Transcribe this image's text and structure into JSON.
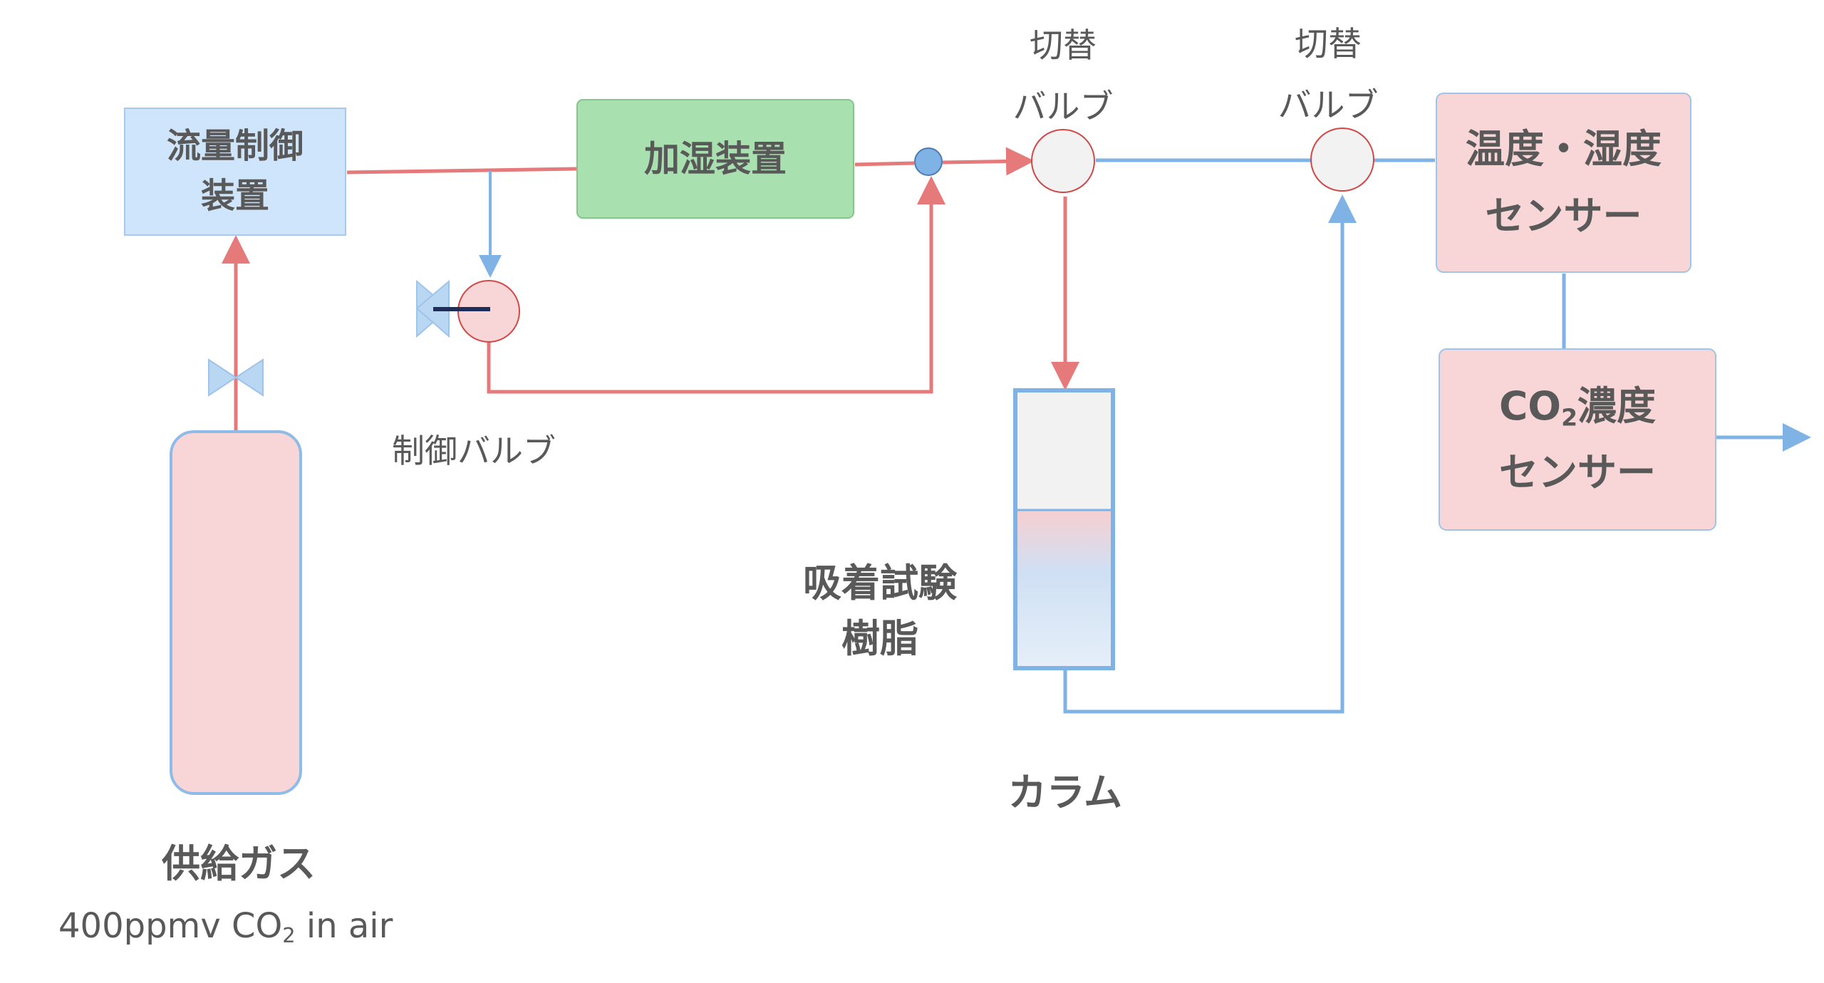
{
  "nodes": {
    "flow_controller": {
      "line1": "流量制御",
      "line2": "装置"
    },
    "humidifier": {
      "label": "加湿装置"
    },
    "switch_valve_1": {
      "line1": "切替",
      "line2": "バルブ"
    },
    "switch_valve_2": {
      "line1": "切替",
      "line2": "バルブ"
    },
    "temp_humidity_sensor": {
      "line1": "温度・湿度",
      "line2": "センサー"
    },
    "co2_sensor": {
      "prefix": "CO",
      "sub": "2",
      "suffix": "濃度",
      "line2": "センサー"
    },
    "control_valve": {
      "label": "制御バルブ"
    },
    "column": {
      "label": "カラム"
    },
    "resin": {
      "line1": "吸着試験",
      "line2": "樹脂"
    },
    "supply_gas": {
      "label": "供給ガス",
      "spec_prefix": "400ppmv CO",
      "spec_sub": "2",
      "spec_suffix": " in air"
    }
  },
  "colors": {
    "red_line": "#e6797a",
    "blue_line": "#7fb2e5",
    "flow_box_fill": "#cfe5fb",
    "humidifier_fill": "#a9e0b0",
    "sensor_fill": "#f8d6d7",
    "cylinder_fill": "#f8d6d7",
    "valve_fill": "#f2f2f2"
  }
}
